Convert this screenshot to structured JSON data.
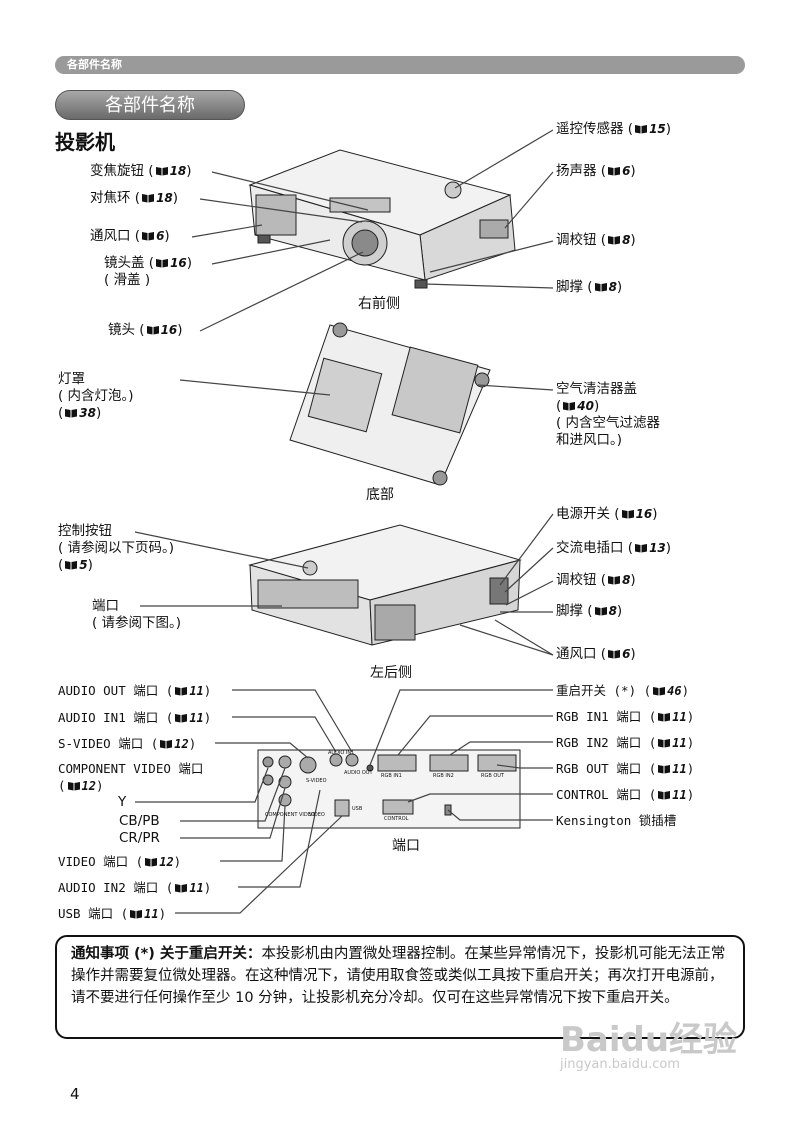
{
  "header": {
    "running_title": "各部件名称"
  },
  "section": {
    "pill_title": "各部件名称",
    "subtitle": "投影机"
  },
  "views": {
    "front": {
      "caption": "右前侧",
      "left_labels": [
        {
          "text": "变焦旋钮 (",
          "ref": "18"
        },
        {
          "text": "对焦环 (",
          "ref": "18"
        },
        {
          "text": "通风口 (",
          "ref": "6"
        },
        {
          "text": "镜头盖 (",
          "ref": "16",
          "extra": "( 滑盖 )"
        },
        {
          "text": "镜头 (",
          "ref": "16"
        }
      ],
      "right_labels": [
        {
          "text": "遥控传感器 (",
          "ref": "15"
        },
        {
          "text": "扬声器 (",
          "ref": "6"
        },
        {
          "text": "调校钮 (",
          "ref": "8"
        },
        {
          "text": "脚撑 (",
          "ref": "8"
        }
      ]
    },
    "bottom": {
      "caption": "底部",
      "left": {
        "l1": "灯罩",
        "l2": "( 内含灯泡。)",
        "ref": "38"
      },
      "right": {
        "l1": "空气清洁器盖",
        "ref": "40",
        "l3": "( 内含空气过滤器",
        "l4": "和进风口。)"
      }
    },
    "rear": {
      "caption": "左后侧",
      "left_controls": {
        "l1": "控制按钮",
        "l2": "( 请参阅以下页码。)",
        "ref": "5"
      },
      "left_ports": {
        "l1": "端口",
        "l2": "( 请参阅下图。)"
      },
      "right_labels": [
        {
          "text": "电源开关 (",
          "ref": "16"
        },
        {
          "text": "交流电插口 (",
          "ref": "13"
        },
        {
          "text": "调校钮 (",
          "ref": "8"
        },
        {
          "text": "脚撑 (",
          "ref": "8"
        },
        {
          "text": "通风口 (",
          "ref": "6"
        }
      ]
    },
    "ports": {
      "caption": "端口",
      "left_labels": [
        {
          "text": "AUDIO OUT 端口 (",
          "ref": "11"
        },
        {
          "text": "AUDIO IN1 端口 (",
          "ref": "11"
        },
        {
          "text": "S-VIDEO 端口 (",
          "ref": "12"
        },
        {
          "text": "COMPONENT VIDEO 端口",
          "ref": "12"
        },
        {
          "text": "Y"
        },
        {
          "text": "CB/PB"
        },
        {
          "text": "CR/PR"
        },
        {
          "text": "VIDEO 端口 (",
          "ref": "12"
        },
        {
          "text": "AUDIO IN2 端口 (",
          "ref": "11"
        },
        {
          "text": "USB 端口 (",
          "ref": "11"
        }
      ],
      "right_labels": [
        {
          "text": "重启开关 (*) (",
          "ref": "46"
        },
        {
          "text": "RGB IN1 端口 (",
          "ref": "11"
        },
        {
          "text": "RGB IN2 端口 (",
          "ref": "11"
        },
        {
          "text": "RGB OUT 端口 (",
          "ref": "11"
        },
        {
          "text": "CONTROL 端口 (",
          "ref": "11"
        },
        {
          "text": "Kensington 锁插槽"
        }
      ],
      "panel_text": {
        "rgb_in1": "RGB IN1",
        "rgb_in2": "RGB IN2",
        "rgb_out": "RGB OUT",
        "control": "CONTROL",
        "usb": "USB",
        "audio_in1": "AUDIO IN1",
        "audio_out": "AUDIO OUT",
        "component": "COMPONENT VIDEO",
        "video": "VIDEO",
        "svideo": "S-VIDEO"
      }
    }
  },
  "note": {
    "head": "通知事项 (*) 关于重启开关：",
    "body": "本投影机由内置微处理器控制。在某些异常情况下，投影机可能无法正常操作并需要复位微处理器。在这种情况下，请使用取食签或类似工具按下重启开关；再次打开电源前，请不要进行任何操作至少 10 分钟，让投影机充分冷却。仅可在这些异常情况下按下重启开关。"
  },
  "page_number": "4",
  "watermark": {
    "logo": "Baidu经验",
    "url": "jingyan.baidu.com"
  },
  "colors": {
    "header_bar": "#9a9a9a",
    "line": "#444444"
  }
}
